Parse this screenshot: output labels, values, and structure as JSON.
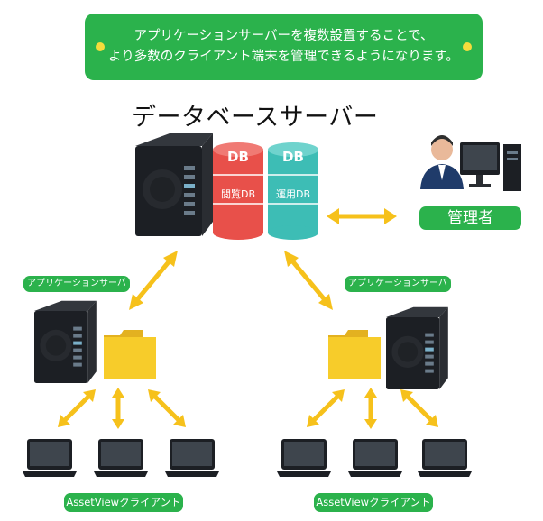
{
  "banner": {
    "line1": "アプリケーションサーバーを複数設置することで、",
    "line2": "より多数のクライアント端末を管理できるようになります。"
  },
  "db_server_title": "データベースサーバー",
  "databases": [
    {
      "label": "DB",
      "name": "閲覧DB",
      "color": "#e8504a"
    },
    {
      "label": "DB",
      "name": "運用DB",
      "color": "#3dbdb5"
    }
  ],
  "admin_label": "管理者",
  "app_server_left": "アプリケーションサーバー",
  "app_server_right": "アプリケーションサーバー",
  "client_label_left": "AssetViewクライアント",
  "client_label_right": "AssetViewクライアント",
  "colors": {
    "green": "#2bb24c",
    "arrow": "#f6c11b",
    "folder": "#f7cc2a",
    "server": "#1c1f24"
  }
}
